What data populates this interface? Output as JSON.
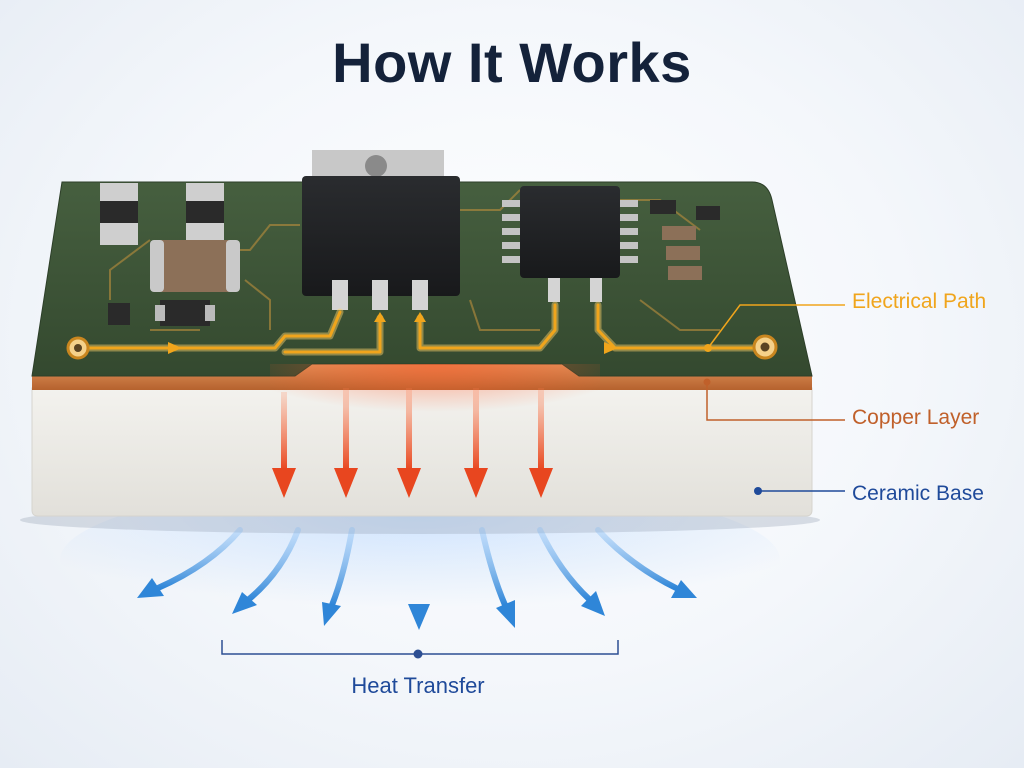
{
  "title": "How It Works",
  "labels": {
    "electrical_path": "Electrical Path",
    "copper_layer": "Copper Layer",
    "ceramic_base": "Ceramic Base",
    "heat_transfer": "Heat Transfer"
  },
  "colors": {
    "title": "#14223a",
    "electrical_path": "#f0a51c",
    "copper_layer": "#c0602a",
    "ceramic_base": "#1f4a9a",
    "heat_transfer": "#1f4a9a",
    "heat_arrows_internal": "#e8461f",
    "heat_arrows_external": "#2f86d8",
    "pcb_green": "#3f5a3a",
    "ceramic": "#ecebe6",
    "copper": "#c8773f"
  },
  "icons": [
    "heat-arrow-down-icon",
    "heat-arrow-out-icon",
    "ic-chip-icon",
    "mosfet-icon",
    "capacitor-icon",
    "resistor-icon"
  ]
}
